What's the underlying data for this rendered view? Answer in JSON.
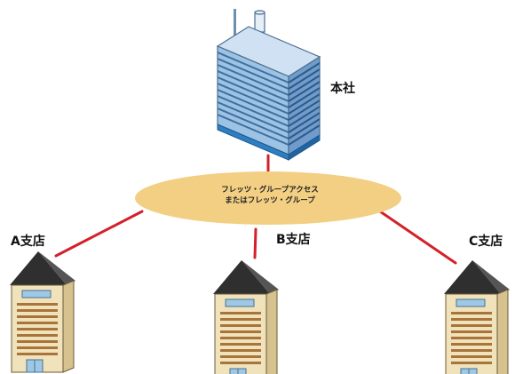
{
  "nodes": {
    "head_office": {
      "label": "本社"
    },
    "branch_a": {
      "label": "A支店"
    },
    "branch_b": {
      "label": "B支店"
    },
    "branch_c": {
      "label": "C支店"
    }
  },
  "network": {
    "line1": "フレッツ・グループアクセス",
    "line2": "またはフレッツ・グループ"
  },
  "colors": {
    "link": "#d4202a",
    "network_fill": "#f2cf83",
    "hq_facade": "#9cc2e4",
    "hq_stripe": "#3f6fa0",
    "hq_base": "#2d7fc2",
    "branch_facade": "#f0e2bb",
    "branch_window": "#a8743a",
    "roof": "#2f2f2f"
  },
  "icons": {
    "head_office": "office-tower-icon",
    "branch": "branch-building-icon"
  }
}
